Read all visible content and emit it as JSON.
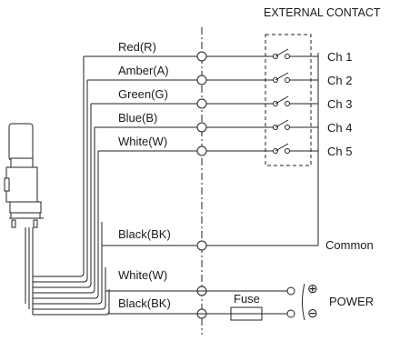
{
  "header": {
    "external_contact": "EXTERNAL CONTACT"
  },
  "wires": [
    {
      "label": "Red(R)",
      "channel": "Ch 1"
    },
    {
      "label": "Amber(A)",
      "channel": "Ch 2"
    },
    {
      "label": "Green(G)",
      "channel": "Ch 3"
    },
    {
      "label": "Blue(B)",
      "channel": "Ch 4"
    },
    {
      "label": "White(W)",
      "channel": "Ch 5"
    }
  ],
  "common": {
    "label": "Black(BK)",
    "text": "Common"
  },
  "power": {
    "white_label": "White(W)",
    "black_label": "Black(BK)",
    "fuse_label": "Fuse",
    "plus_symbol": "⊕",
    "minus_symbol": "⊖",
    "text": "POWER"
  }
}
